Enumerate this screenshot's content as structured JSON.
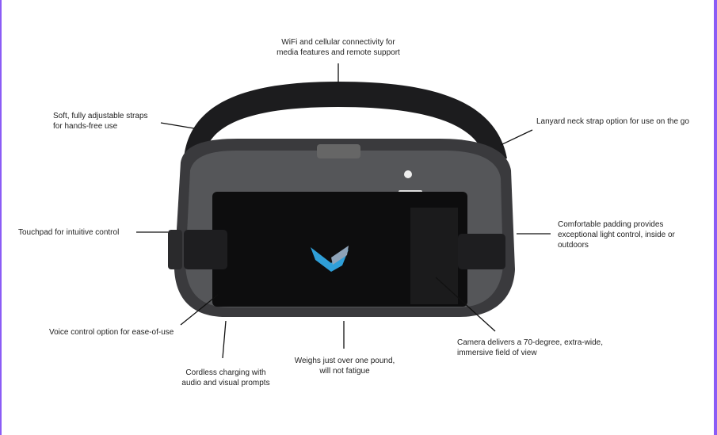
{
  "title": "VR headset features",
  "annotations": {
    "connectivity": [
      "WiFi and cellular connectivity for",
      "media features and remote support"
    ],
    "straps": [
      "Soft, fully adjustable straps",
      "for hands-free use"
    ],
    "lanyard": [
      "Lanyard neck strap option for use on the go"
    ],
    "touchpad": [
      "Touchpad for intuitive control"
    ],
    "padding": [
      "Comfortable padding provides",
      "exceptional light control, inside or",
      "outdoors"
    ],
    "voice": [
      "Voice control option for ease-of-use"
    ],
    "charging": [
      "Cordless charging with",
      "audio and visual prompts"
    ],
    "weight": [
      "Weighs just over one pound,",
      "will not fatigue"
    ],
    "camera": [
      "Camera delivers a 70-degree, extra-wide,",
      "immersive field of view"
    ]
  },
  "colors": {
    "border": "#8b5cf6",
    "logo": "#2f9fd8"
  }
}
